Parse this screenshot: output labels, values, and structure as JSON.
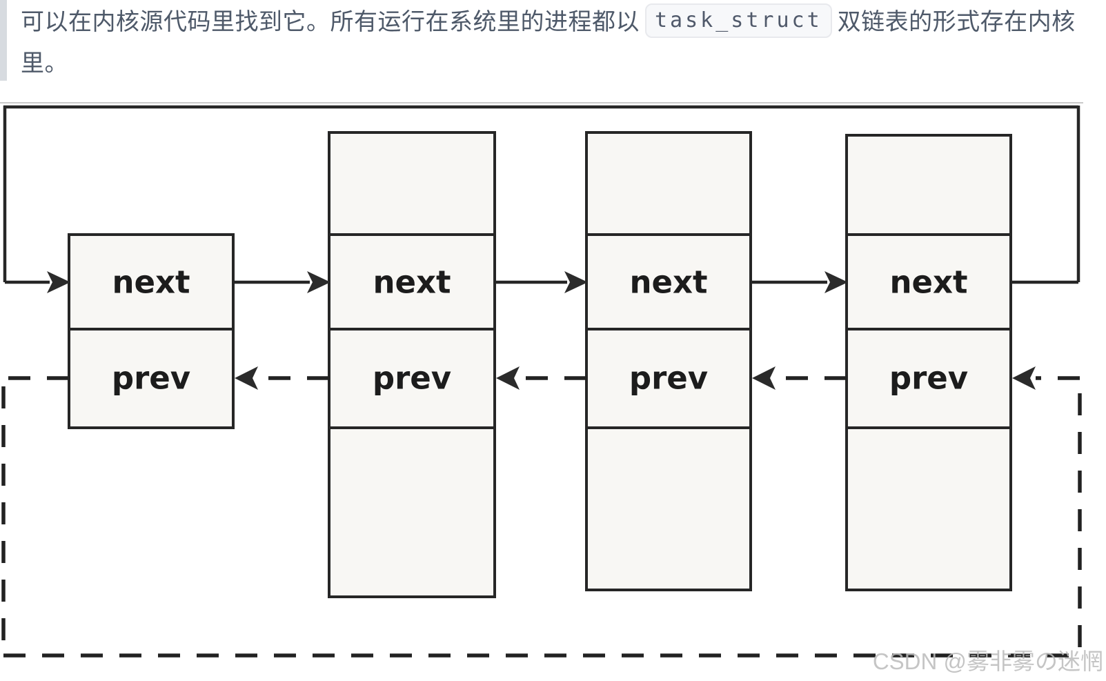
{
  "quote": {
    "line1_before": "可以在内核源代码里找到它。所有运行在系统里的进程都以",
    "code": "task_struct",
    "line1_after": "双链表的形式存在内核",
    "line2": "里。"
  },
  "diagram": {
    "type": "circular-doubly-linked-list",
    "nodes": [
      {
        "next_label": "next",
        "prev_label": "prev"
      },
      {
        "next_label": "next",
        "prev_label": "prev"
      },
      {
        "next_label": "next",
        "prev_label": "prev"
      },
      {
        "next_label": "next",
        "prev_label": "prev"
      }
    ],
    "watermark": "CSDN @雾非雾の迷惘",
    "colors": {
      "stroke": "#262626",
      "node_fill": "#f8f7f4",
      "watermark": "#bcbcbc",
      "quote_text": "#4e5969",
      "quote_bar": "#d7dbe0",
      "code_bg": "#f7f8fa",
      "code_border": "#e8e9ed"
    }
  }
}
